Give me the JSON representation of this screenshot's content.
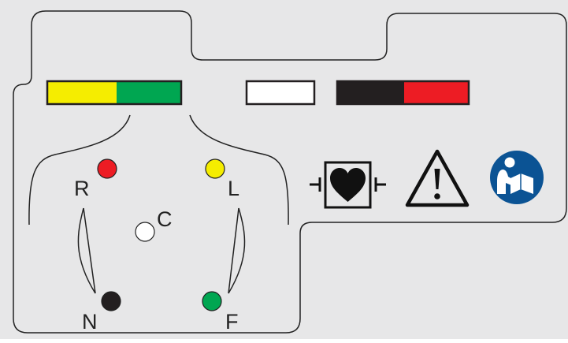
{
  "colors": {
    "background": "#e7e7e8",
    "outline": "#222222",
    "yellow": "#f5ed00",
    "green": "#00a651",
    "white": "#ffffff",
    "black": "#231f20",
    "red": "#ed1c24",
    "blue": "#0b5394"
  },
  "electrodes": {
    "R": {
      "label": "R",
      "color": "red"
    },
    "L": {
      "label": "L",
      "color": "yellow"
    },
    "C": {
      "label": "C",
      "color": "white"
    },
    "N": {
      "label": "N",
      "color": "black"
    },
    "F": {
      "label": "F",
      "color": "green"
    }
  },
  "color_bars": [
    {
      "name": "yellow-green",
      "segments": [
        "yellow",
        "green"
      ]
    },
    {
      "name": "white",
      "segments": [
        "white"
      ]
    },
    {
      "name": "black-red",
      "segments": [
        "black",
        "red"
      ]
    }
  ],
  "icons": [
    "defibrillation-proof-heart-icon",
    "warning-triangle-icon",
    "read-manual-icon"
  ]
}
